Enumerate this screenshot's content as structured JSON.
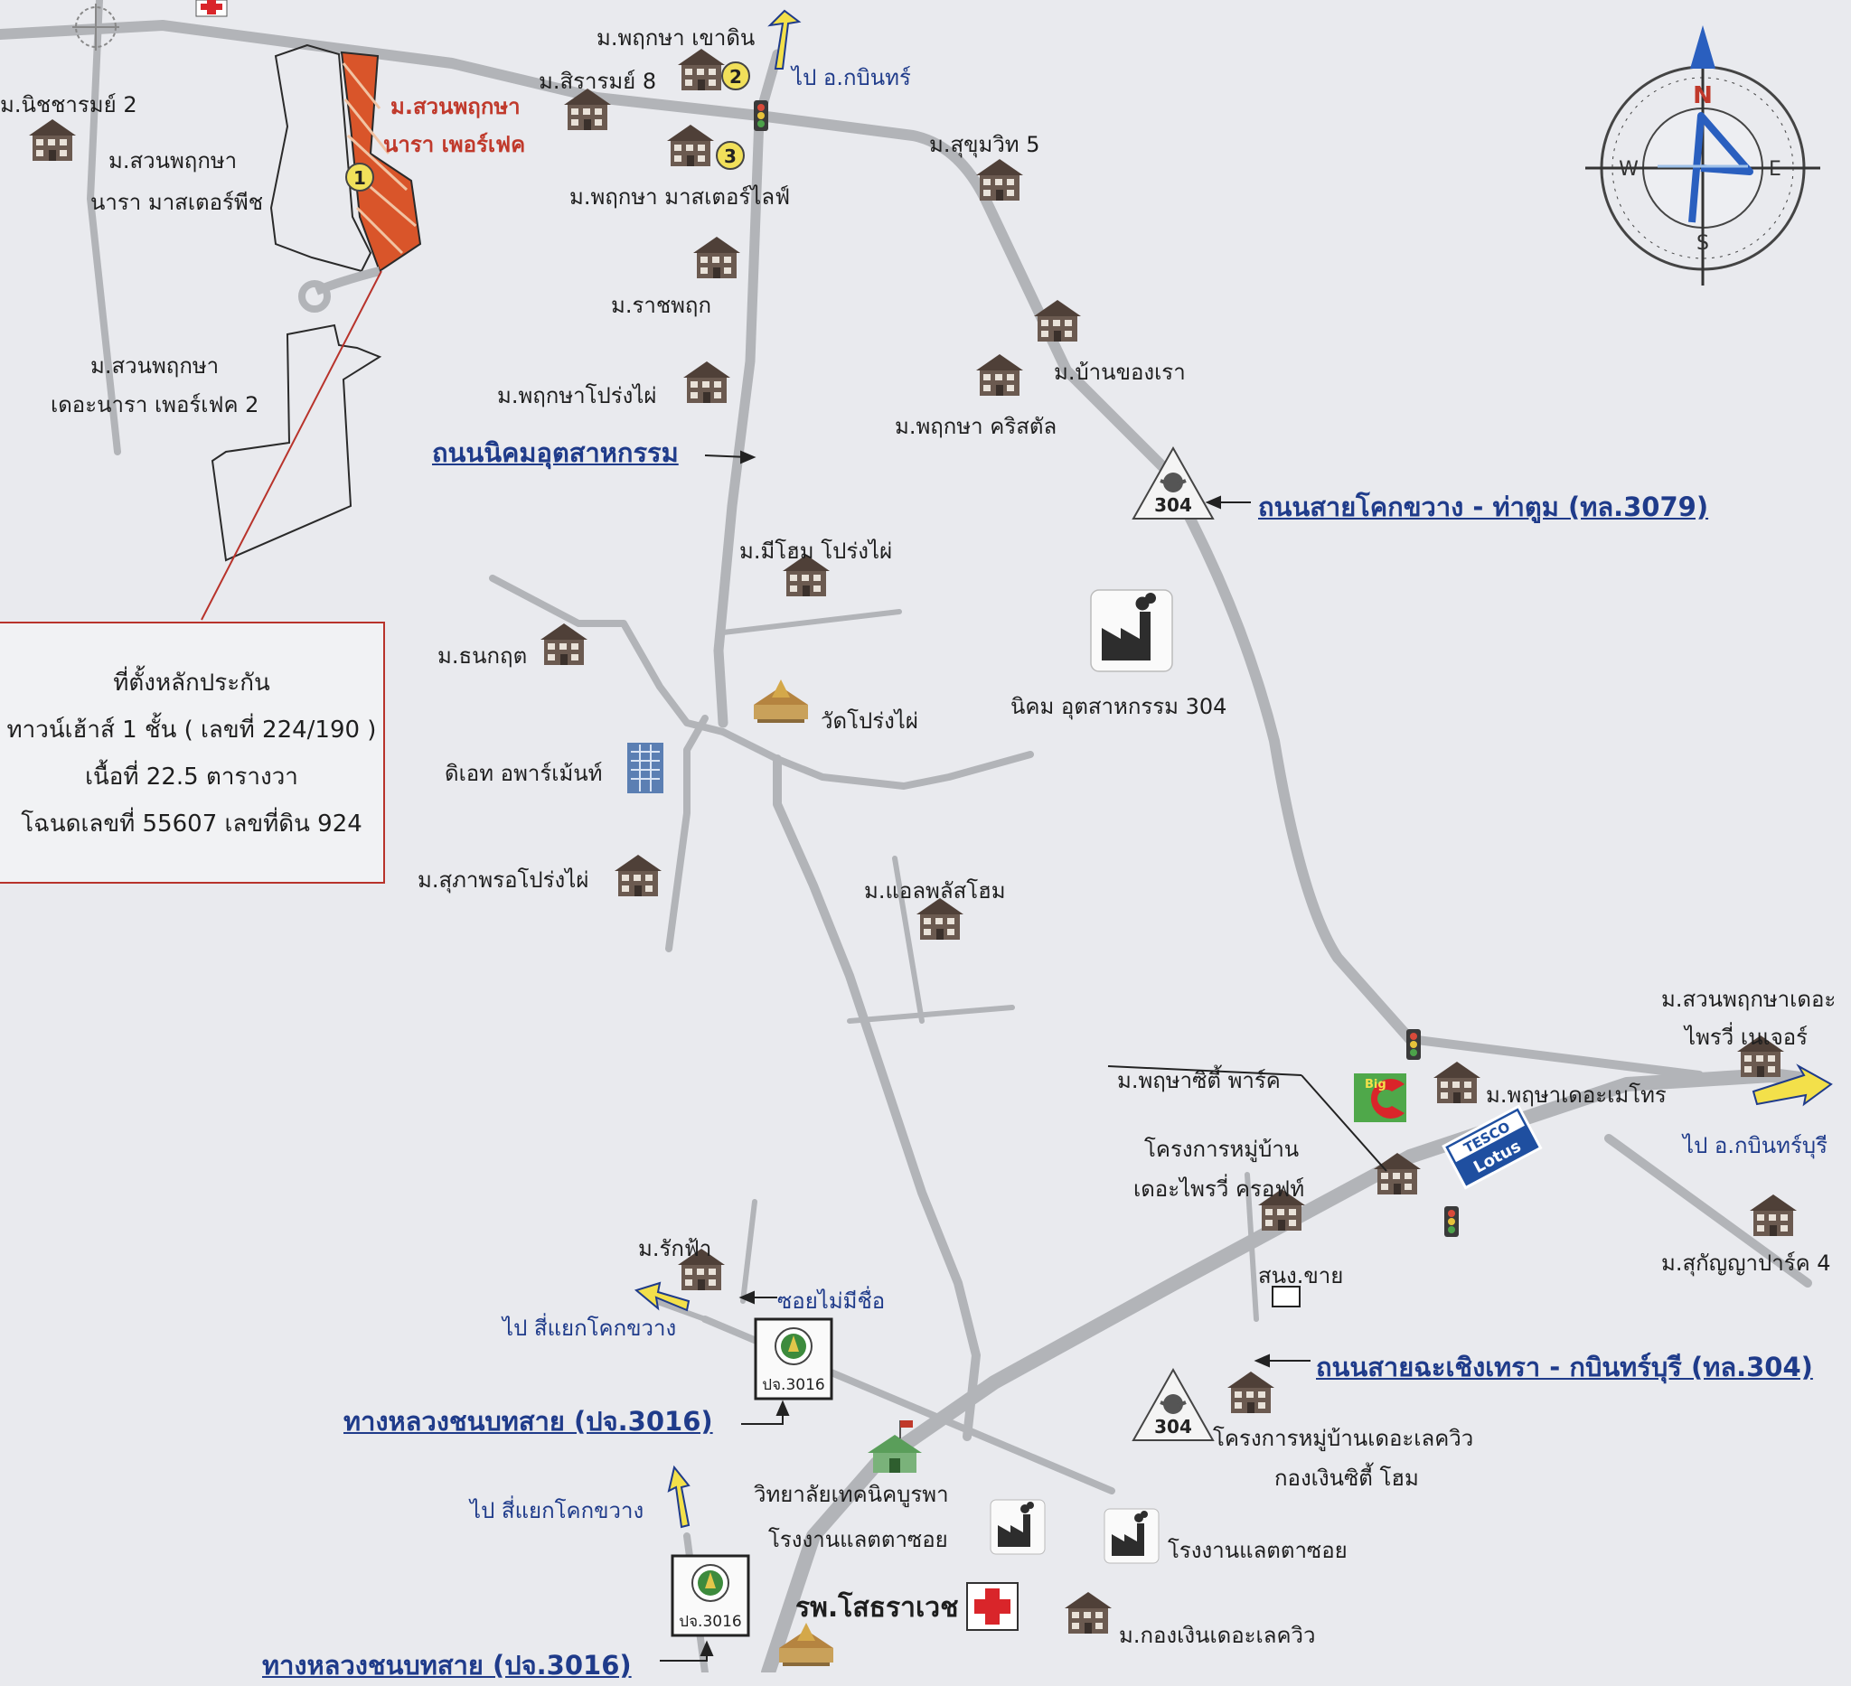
{
  "colors": {
    "road": "#b2b4b8",
    "plot": "#d9552a",
    "label_blue": "#1f3b8a",
    "frame_red": "#b8332b",
    "arrow_yellow": "#f3e04a",
    "hospital_red": "#d9252a"
  },
  "icons": {
    "village": "house-icon",
    "factory": "factory-icon",
    "temple": "temple-icon",
    "traffic": "traffic-light-icon",
    "hospital": "hospital-cross-icon",
    "highway": "garuda-highway-shield-icon",
    "route_marker": "rural-road-marker-icon",
    "school": "school-icon",
    "apartment": "apartment-icon",
    "compass": "compass-rose-icon"
  },
  "compass": {
    "n": "N",
    "e": "E",
    "s": "S",
    "w": "W"
  },
  "labels": {
    "nitcharam2": "ม.นิชชารมย์ 2",
    "suan_master_peach": "ม.สวนพฤกษา",
    "suan_master_peach2": "นารา มาสเตอร์พีช",
    "suan_perfect": "ม.สวนพฤกษา",
    "suan_perfect2": "นารา เพอร์เฟค",
    "suan_perfect_2": "ม.สวนพฤกษา",
    "suan_perfect_2b": "เดอะนารา เพอร์เฟค 2",
    "pruksa_khaodin": "ม.พฤกษา เขาดิน",
    "sirarom8": "ม.สิรารมย์ 8",
    "pruksa_masterlife": "ม.พฤกษา มาสเตอร์ไลฟ์",
    "to_kabin": "ไป อ.กบินทร์",
    "sukhumvit5": "ม.สุขุมวิท 5",
    "ratchapruk": "ม.ราชพฤก",
    "pruksa_prongpai": "ม.พฤกษาโปร่งไผ่",
    "baan_khong_rao": "ม.บ้านของเรา",
    "pruksa_crystal": "ม.พฤกษา คริสตัล",
    "mihome": "ม.มีโฮม โปร่งไผ่",
    "thanakrit": "ม.ธนกฤต",
    "wat_prongpai": "วัดโปร่งไผ่",
    "nikhom304": "นิคม อุตสาหกรรม 304",
    "the_apartment": "ดิเอท อพาร์เม้นท์",
    "supaporn": "ม.สุภาพรอโปร่งไผ่",
    "all_plus": "ม.แอลพลัสโฮม",
    "suan_privy": "ม.สวนพฤกษาเดอะ",
    "suan_privy2": "ไพรวี่ เนเจอร์",
    "pruksa_city": "ม.พฤษาซิตี้ พาร์ค",
    "pruksa_metro": "ม.พฤษาเดอะเมโทร",
    "to_kabinburi": "ไป อ.กบินทร์บุรี",
    "privy_croft": "โครงการหมู่บ้าน",
    "privy_croft2": "เดอะไพรวี่ ครอฟท์",
    "sukanya4": "ม.สุกัญญาปาร์ค 4",
    "rakfa": "ม.รักฟ้า",
    "soi_no_name": "ซอยไม่มีชื่อ",
    "to_kok_khwang": "ไป สี่แยกโคกขวาง",
    "land_office": "สนง.ขาย",
    "lakeview": "โครงการหมู่บ้านเดอะเลควิว",
    "lakeview2": "กองเงินซิตี้ โฮม",
    "college": "วิทยาลัยเทคนิคบูรพา",
    "latex1": "โรงงานแลตตาซอย",
    "latex2": "โรงงานแลตตาซอย",
    "to_kok_khwang2": "ไป สี่แยกโคกขวาง",
    "hospital": "รพ.โสธราเวช",
    "kongngern": "ม.กองเงินเดอะเลควิว",
    "pj_marker1": "ปจ.3016",
    "pj_marker2": "ปจ.3016",
    "hw304a": "304",
    "hw304b": "304",
    "big_c": "Big",
    "tesco": "TESCO",
    "lotus": "Lotus",
    "pin1": "1",
    "pin2": "2",
    "pin3": "3"
  },
  "roads": {
    "nikhom": "ถนนนิคมอุตสาหกรรม",
    "khokkhwang": "ถนนสายโคกขวาง - ท่าตูม (ทล.3079)",
    "chachoengsao": "ถนนสายฉะเชิงเทรา - กบินทร์บุรี (ทล.304)",
    "rural1": "ทางหลวงชนบทสาย (ปจ.3016)",
    "rural2": "ทางหลวงชนบทสาย (ปจ.3016)"
  },
  "info_box": {
    "line1": "ที่ตั้งหลักประกัน",
    "line2": "ทาวน์เฮ้าส์ 1 ชั้น ( เลขที่ 224/190 )",
    "line3": "เนื้อที่ 22.5 ตารางวา",
    "line4": "โฉนดเลขที่ 55607 เลขที่ดิน 924"
  }
}
